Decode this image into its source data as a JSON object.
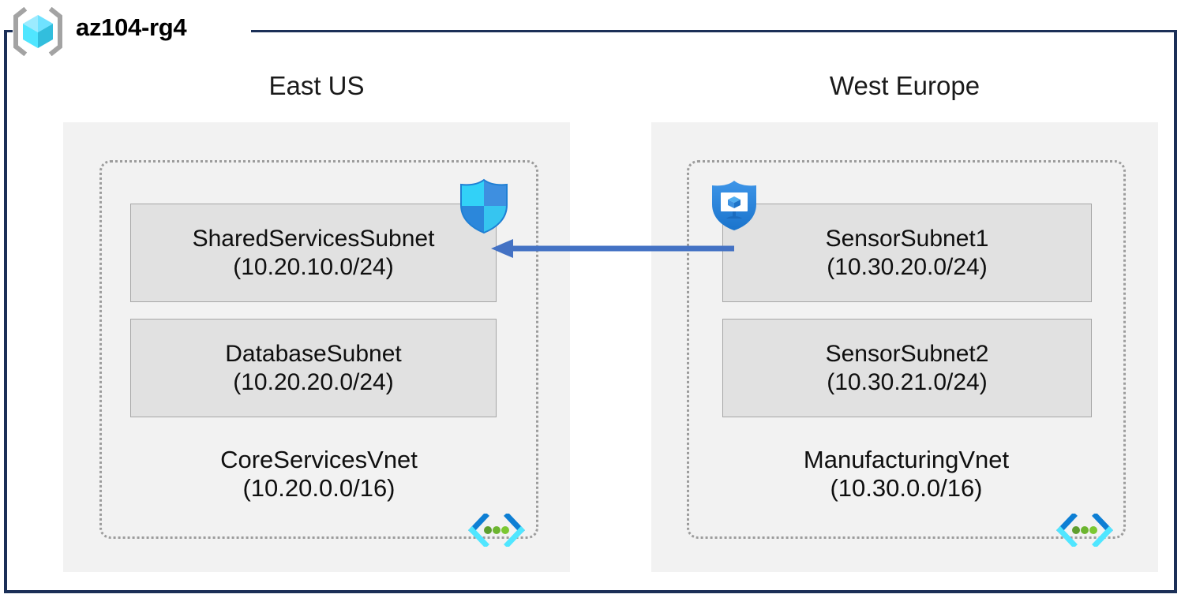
{
  "resource_group": {
    "name": "az104-rg4",
    "icon": "resource-group-cube-icon"
  },
  "regions": [
    {
      "label": "East US"
    },
    {
      "label": "West Europe"
    }
  ],
  "vnets": [
    {
      "name": "CoreServicesVnet",
      "cidr": "(10.20.0.0/16)",
      "region": "East US",
      "icon": "virtual-network-icon",
      "subnets": [
        {
          "name": "SharedServicesSubnet",
          "cidr": "(10.20.10.0/24)",
          "attached_icon": "network-security-group-shield-icon"
        },
        {
          "name": "DatabaseSubnet",
          "cidr": "(10.20.20.0/24)",
          "attached_icon": null
        }
      ]
    },
    {
      "name": "ManufacturingVnet",
      "cidr": "(10.30.0.0/16)",
      "region": "West Europe",
      "icon": "virtual-network-icon",
      "subnets": [
        {
          "name": "SensorSubnet1",
          "cidr": "(10.30.20.0/24)",
          "attached_icon": "defender-monitor-shield-icon"
        },
        {
          "name": "SensorSubnet2",
          "cidr": "(10.30.21.0/24)",
          "attached_icon": null
        }
      ]
    }
  ],
  "connection": {
    "icon": "peering-arrow-icon",
    "direction": "right-to-left",
    "from": "SensorSubnet1",
    "to": "SharedServicesSubnet"
  },
  "colors": {
    "frame_border": "#1B2F57",
    "region_fill": "#F2F2F2",
    "vnet_border": "#9C9C9C",
    "subnet_fill": "#E1E1E1",
    "subnet_border": "#A6A6A6",
    "arrow": "#4472C4",
    "azure_blue": "#0078D4",
    "azure_cyan": "#50E6FF",
    "vnet_dot_green": "#5E9E2E"
  }
}
